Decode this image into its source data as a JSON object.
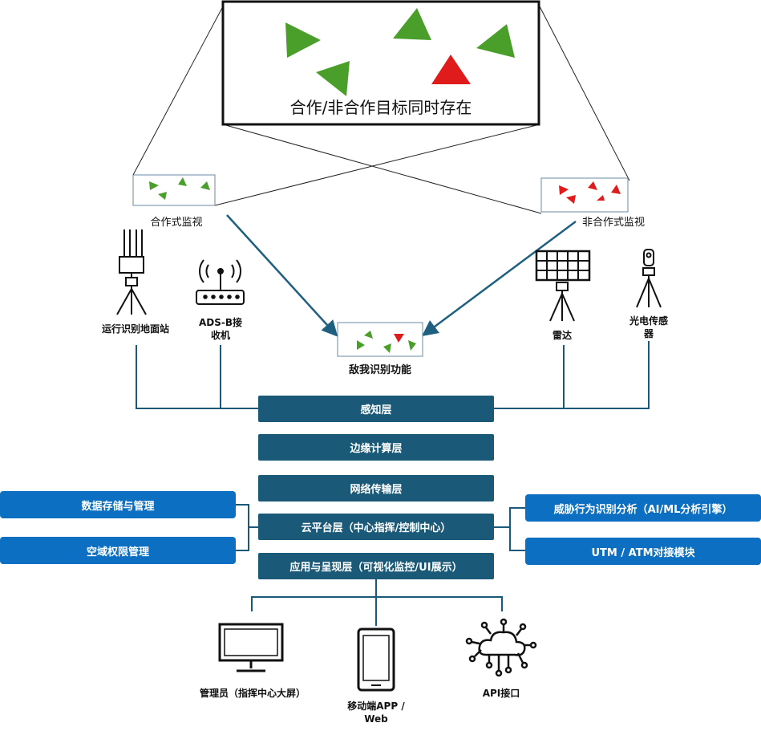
{
  "top_panel": {
    "caption": "合作/非合作目标同时存在"
  },
  "monitors": {
    "cooperative": "合作式监视",
    "noncooperative": "非合作式监视"
  },
  "sensors": {
    "ground_station": "运行识别地面站",
    "adsb_line1": "ADS-B接",
    "adsb_line2": "收机",
    "radar": "雷达",
    "eo_line1": "光电传感",
    "eo_line2": "器"
  },
  "iff": {
    "label": "敌我识别功能"
  },
  "layers": {
    "perception": "感知层",
    "edge": "边缘计算层",
    "network": "网络传输层",
    "cloud": "云平台层（中心指挥/控制中心）",
    "application": "应用与呈现层（可视化监控/UI展示）"
  },
  "left_modules": {
    "storage": "数据存储与管理",
    "airspace": "空域权限管理"
  },
  "right_modules": {
    "threat": "威胁行为识别分析（AI/ML分析引擎）",
    "utm": "UTM / ATM对接模块"
  },
  "endpoints": {
    "admin": "管理员（指挥中心大屏）",
    "mobile_line1": "移动端APP /",
    "mobile_line2": "Web",
    "api": "API接口"
  },
  "colors": {
    "friendly": "#4a9e2a",
    "hostile": "#e01b1b",
    "layer_fill": "#1a5a78",
    "module_fill": "#0c6fc2",
    "arrow": "#1f5f80"
  }
}
